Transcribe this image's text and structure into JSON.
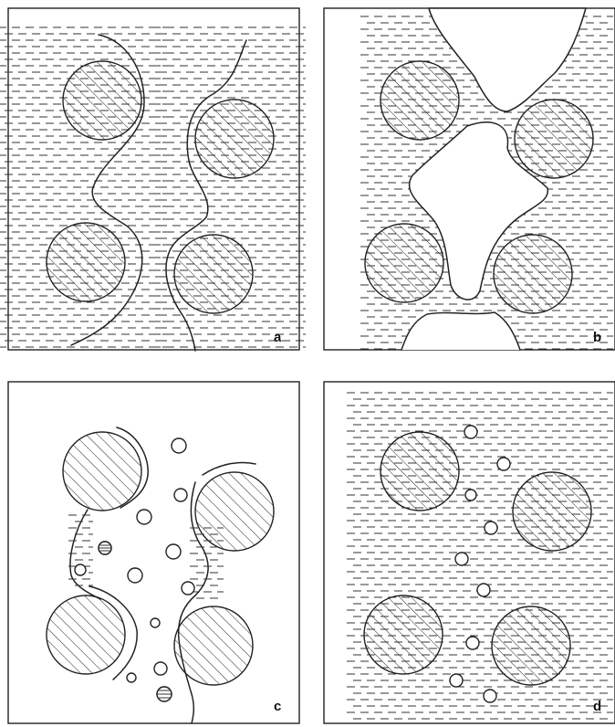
{
  "panels": [
    {
      "id": "a",
      "label": "a"
    },
    {
      "id": "b",
      "label": "b"
    },
    {
      "id": "c",
      "label": "c"
    },
    {
      "id": "d",
      "label": "d"
    }
  ],
  "colors": {
    "line": "#222222",
    "background": "#ffffff"
  }
}
